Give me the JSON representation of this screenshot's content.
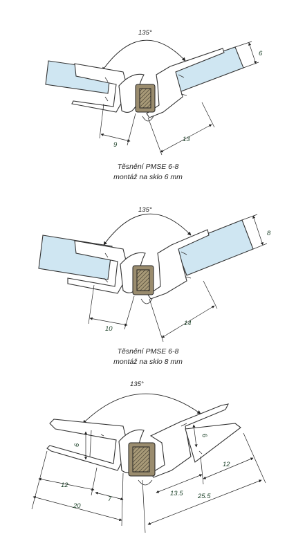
{
  "diagrams": [
    {
      "angle": "135°",
      "glass_thickness": "6",
      "dim_left": "9",
      "dim_right": "13",
      "caption_line1": "Těsnění PMSE 6-8",
      "caption_line2": "montáž na sklo 6 mm"
    },
    {
      "angle": "135°",
      "glass_thickness": "8",
      "dim_left": "10",
      "dim_right": "14",
      "caption_line1": "Těsnění PMSE 6-8",
      "caption_line2": "montáž na sklo 8 mm"
    },
    {
      "angle": "135°",
      "dim_left_height": "6",
      "dim_right_height": "6",
      "dim_left_inner": "12",
      "dim_left_total": "20",
      "dim_left_offset": "7",
      "dim_right_inner": "13.5",
      "dim_right_outer": "12",
      "dim_right_total": "25.5"
    }
  ],
  "colors": {
    "glass": "#cfe6f2",
    "line": "#333333",
    "dim_text": "#1a3f26"
  }
}
